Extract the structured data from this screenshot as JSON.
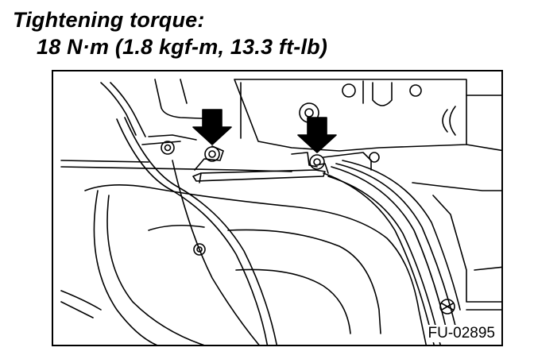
{
  "header": {
    "label": "Tightening torque:",
    "value": "18 N·m (1.8 kgf-m, 13.3 ft-lb)"
  },
  "figure": {
    "code": "FU-02895",
    "arrows": [
      {
        "name": "left-bolt-arrow",
        "direction": "down"
      },
      {
        "name": "right-bolt-arrow",
        "direction": "down"
      }
    ]
  }
}
